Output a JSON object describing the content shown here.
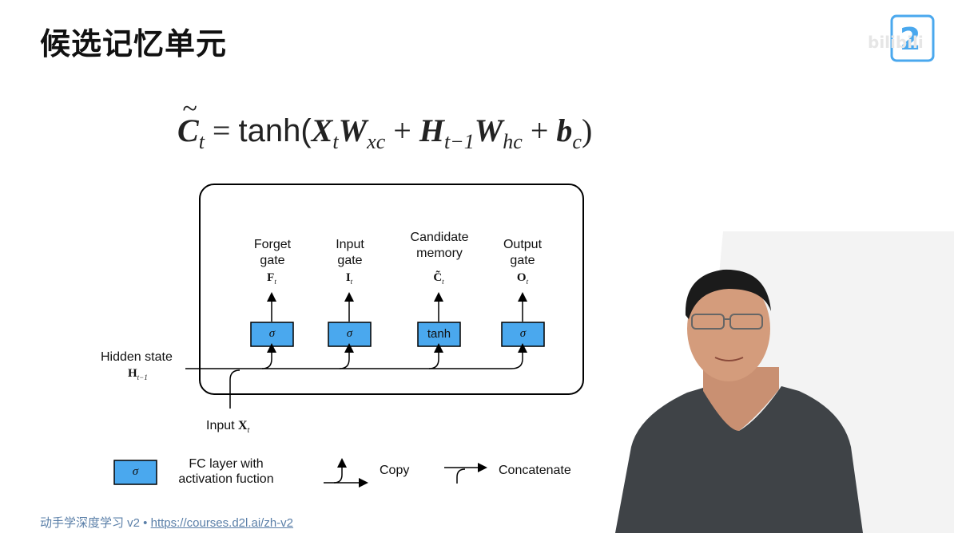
{
  "slide": {
    "title": "候选记忆单元",
    "formula": {
      "lhs": "C",
      "lhs_sub": "t",
      "eq": " = ",
      "fn": "tanh(",
      "x": "X",
      "x_sub": "t",
      "w1": "W",
      "w1_sub": "xc",
      "plus1": " + ",
      "h": "H",
      "h_sub": "t−1",
      "w2": "W",
      "w2_sub": "hc",
      "plus2": " + ",
      "b": "b",
      "b_sub": "c",
      "close": ")"
    }
  },
  "diagram": {
    "outputs": [
      {
        "label_line1": "Forget",
        "label_line2": "gate",
        "symbol": "F",
        "symbol_sub": "t",
        "box": "σ"
      },
      {
        "label_line1": "Input",
        "label_line2": "gate",
        "symbol": "I",
        "symbol_sub": "t",
        "box": "σ"
      },
      {
        "label_line1": "Candidate",
        "label_line2": "memory",
        "symbol": "C̃",
        "symbol_sub": "t",
        "box": "tanh"
      },
      {
        "label_line1": "Output",
        "label_line2": "gate",
        "symbol": "O",
        "symbol_sub": "t",
        "box": "σ"
      }
    ],
    "hidden_state_label": "Hidden state",
    "hidden_state_symbol": "H",
    "hidden_state_sub": "t−1",
    "input_label": "Input ",
    "input_symbol": "X",
    "input_sub": "t",
    "legend": {
      "box_symbol": "σ",
      "fc_line1": "FC layer with",
      "fc_line2": "activation fuction",
      "copy": "Copy",
      "concatenate": "Concatenate"
    },
    "box_fill": "#4aa8ee"
  },
  "footer": {
    "prefix": "动手学深度学习 v2 • ",
    "link": "https://courses.d2l.ai/zh-v2"
  },
  "watermark": {
    "brand": "bilibili"
  }
}
